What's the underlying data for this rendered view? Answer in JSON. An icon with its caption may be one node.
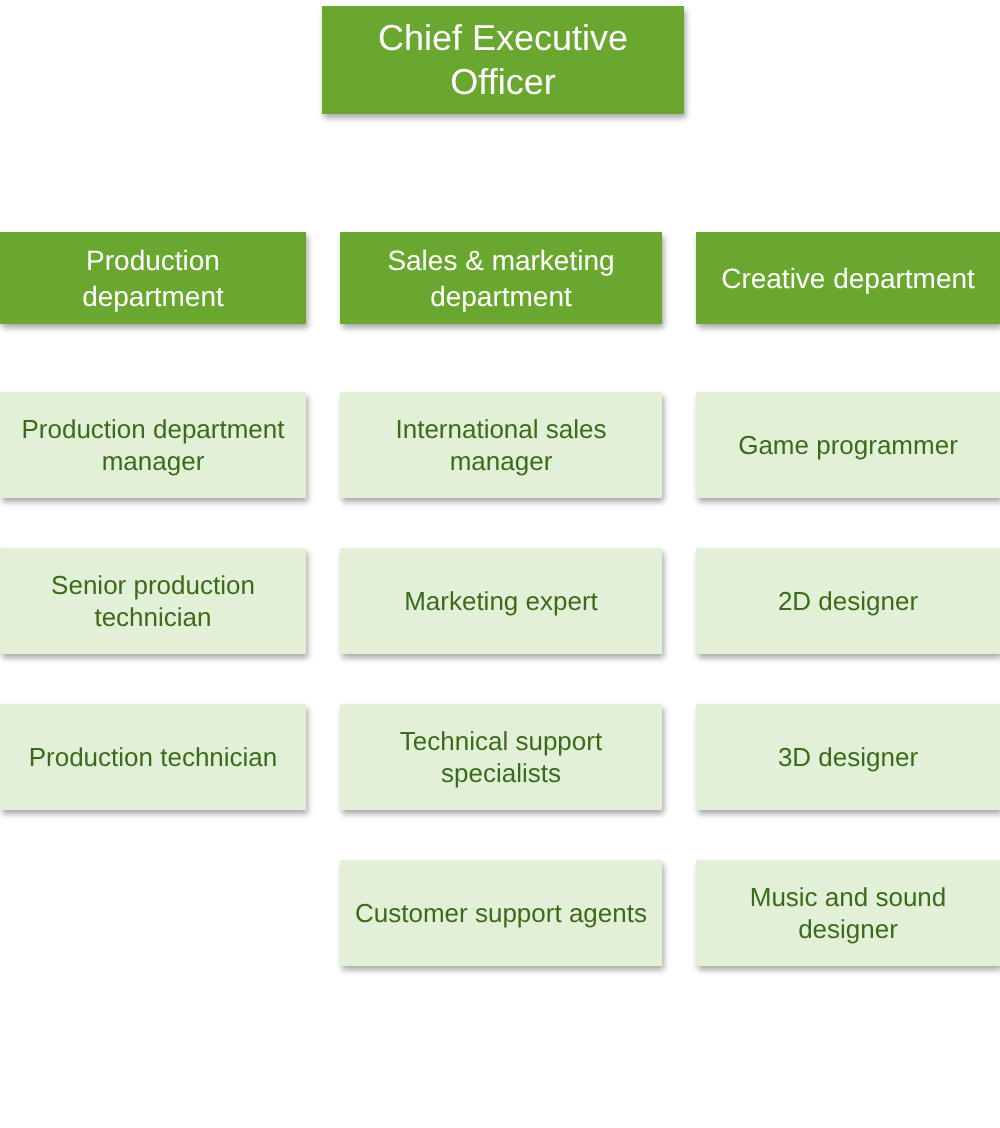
{
  "diagram": {
    "nodes": [
      {
        "text": [
          "Chief Executive Officer"
        ]
      },
      {
        "text": [
          "Production department"
        ]
      },
      {
        "text": [
          "Sales & marketing department"
        ]
      },
      {
        "text": [
          "Creative department"
        ]
      },
      {
        "text": [
          "Production department manager"
        ]
      },
      {
        "text": [
          "International sales manager"
        ]
      },
      {
        "text": [
          "Game programmer"
        ]
      },
      {
        "text": [
          "Senior production technician"
        ]
      },
      {
        "text": [
          "Marketing expert"
        ]
      },
      {
        "text": [
          "2D designer"
        ]
      },
      {
        "text": [
          "Production technician"
        ]
      },
      {
        "text": [
          "Technical support specialists"
        ]
      },
      {
        "text": [
          "3D designer"
        ]
      },
      {
        "text": [
          "Customer support agents"
        ]
      },
      {
        "text": [
          "Music and sound designer"
        ]
      }
    ]
  }
}
